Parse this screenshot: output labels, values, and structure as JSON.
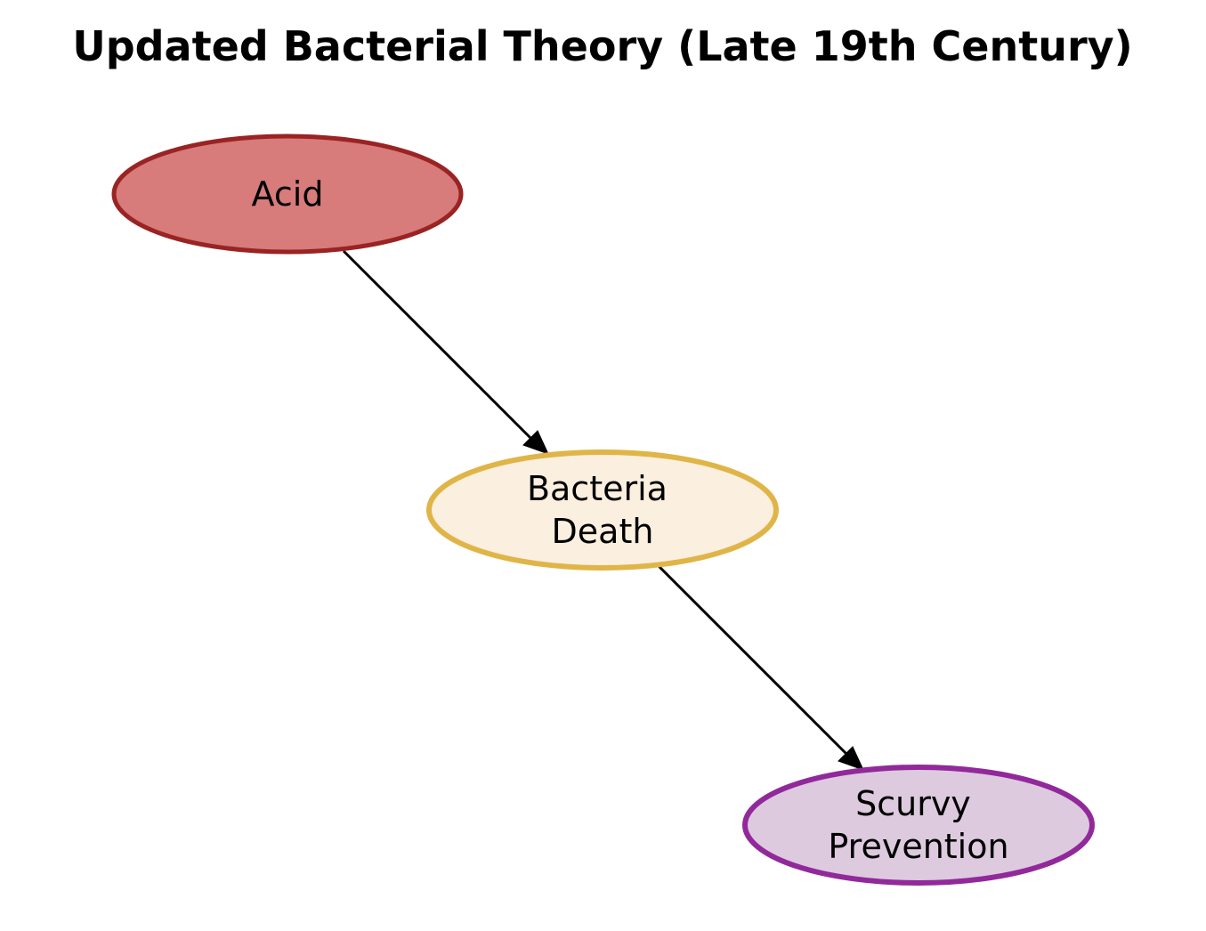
{
  "title": "Updated Bacterial Theory (Late 19th Century)",
  "nodes": [
    {
      "id": "acid",
      "lines": [
        "Acid"
      ],
      "fill": "#d77b7b",
      "stroke": "#9a2323"
    },
    {
      "id": "bacteria-death",
      "lines": [
        "Bacteria",
        "Death"
      ],
      "fill": "#fbefe0",
      "stroke": "#e0b548"
    },
    {
      "id": "scurvy-prevention",
      "lines": [
        "Scurvy",
        "Prevention"
      ],
      "fill": "#ddcadf",
      "stroke": "#91299b"
    }
  ],
  "edges": [
    {
      "from": "acid",
      "to": "bacteria-death"
    },
    {
      "from": "bacteria-death",
      "to": "scurvy-prevention"
    }
  ]
}
